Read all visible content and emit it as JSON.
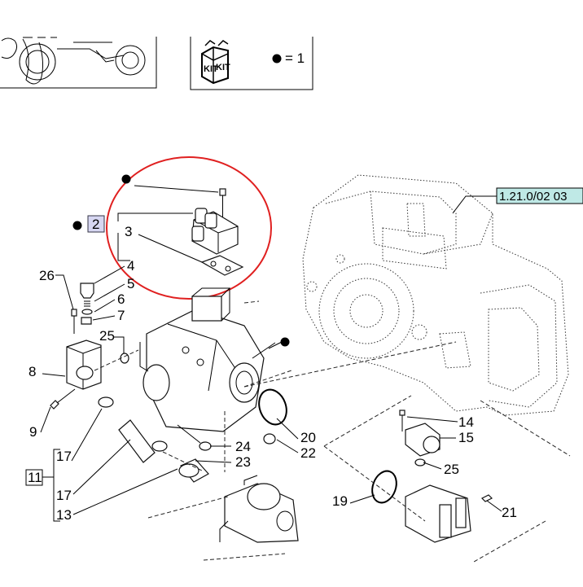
{
  "title_ref": "1.21.0/02  03",
  "legend": {
    "kit_text": "KIT",
    "equals": "= 1"
  },
  "callouts": {
    "c2": "2",
    "c3": "3",
    "c4": "4",
    "c5": "5",
    "c6": "6",
    "c7": "7",
    "c8": "8",
    "c9": "9",
    "c11": "11",
    "c13": "13",
    "c14": "14",
    "c15": "15",
    "c17a": "17",
    "c17b": "17",
    "c19": "19",
    "c20": "20",
    "c21": "21",
    "c22": "22",
    "c23": "23",
    "c24": "24",
    "c25a": "25",
    "c25b": "25",
    "c26": "26"
  },
  "colors": {
    "highlight_circle": "#e02020",
    "ref_fill": "#bfe9e6",
    "callout_box_fill": "#d7d7f2"
  }
}
